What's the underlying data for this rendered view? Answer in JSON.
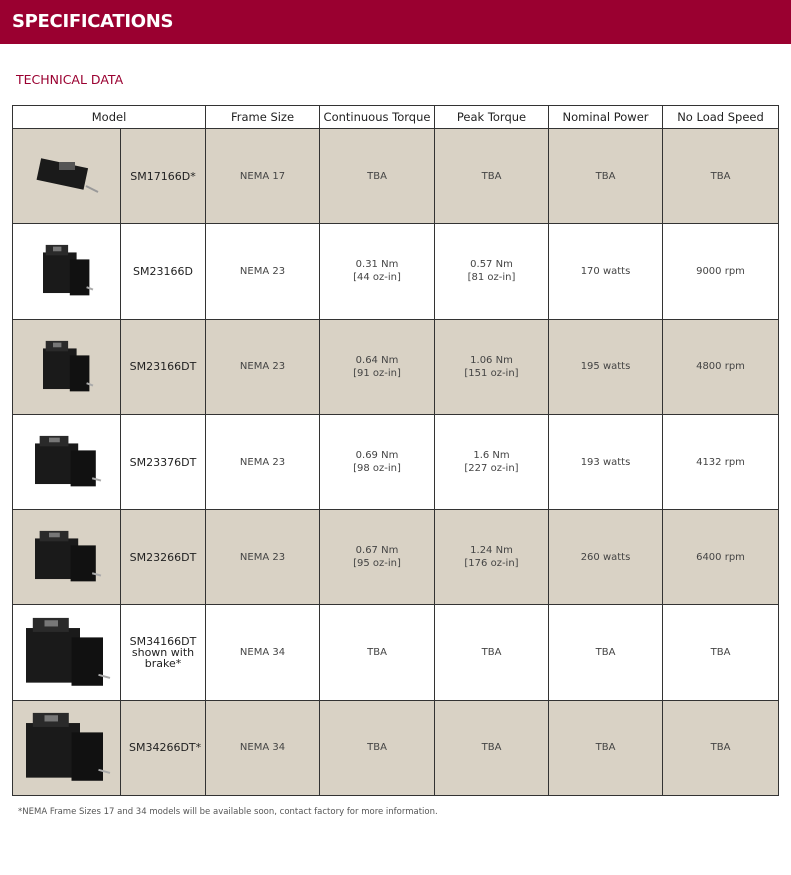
{
  "header": {
    "title": "SPECIFICATIONS"
  },
  "section_title": "TECHNICAL DATA",
  "table": {
    "headers": [
      "Model",
      "Frame Size",
      "Continuous Torque",
      "Peak Torque",
      "Nominal Power",
      "No Load Speed"
    ],
    "rows": [
      {
        "model": "SM17166D*",
        "frame": "NEMA 17",
        "cont": "TBA",
        "cont2": "",
        "peak": "TBA",
        "peak2": "",
        "power": "TBA",
        "speed": "TBA"
      },
      {
        "model": "SM23166D",
        "frame": "NEMA 23",
        "cont": "0.31 Nm",
        "cont2": "[44 oz-in]",
        "peak": "0.57 Nm",
        "peak2": "[81 oz-in]",
        "power": "170 watts",
        "speed": "9000 rpm"
      },
      {
        "model": "SM23166DT",
        "frame": "NEMA 23",
        "cont": "0.64 Nm",
        "cont2": "[91 oz-in]",
        "peak": "1.06 Nm",
        "peak2": "[151 oz-in]",
        "power": "195 watts",
        "speed": "4800 rpm"
      },
      {
        "model": "SM23376DT",
        "frame": "NEMA 23",
        "cont": "0.69 Nm",
        "cont2": "[98 oz-in]",
        "peak": "1.6 Nm",
        "peak2": "[227 oz-in]",
        "power": "193 watts",
        "speed": "4132 rpm"
      },
      {
        "model": "SM23266DT",
        "frame": "NEMA 23",
        "cont": "0.67 Nm",
        "cont2": "[95 oz-in]",
        "peak": "1.24 Nm",
        "peak2": "[176 oz-in]",
        "power": "260 watts",
        "speed": "6400 rpm"
      },
      {
        "model": "SM34166DT shown with brake*",
        "frame": "NEMA 34",
        "cont": "TBA",
        "cont2": "",
        "peak": "TBA",
        "peak2": "",
        "power": "TBA",
        "speed": "TBA"
      },
      {
        "model": "SM34266DT*",
        "frame": "NEMA 34",
        "cont": "TBA",
        "cont2": "",
        "peak": "TBA",
        "peak2": "",
        "power": "TBA",
        "speed": "TBA"
      }
    ]
  },
  "footnote": "*NEMA Frame Sizes 17 and 34 models will be available soon, contact factory for more information."
}
